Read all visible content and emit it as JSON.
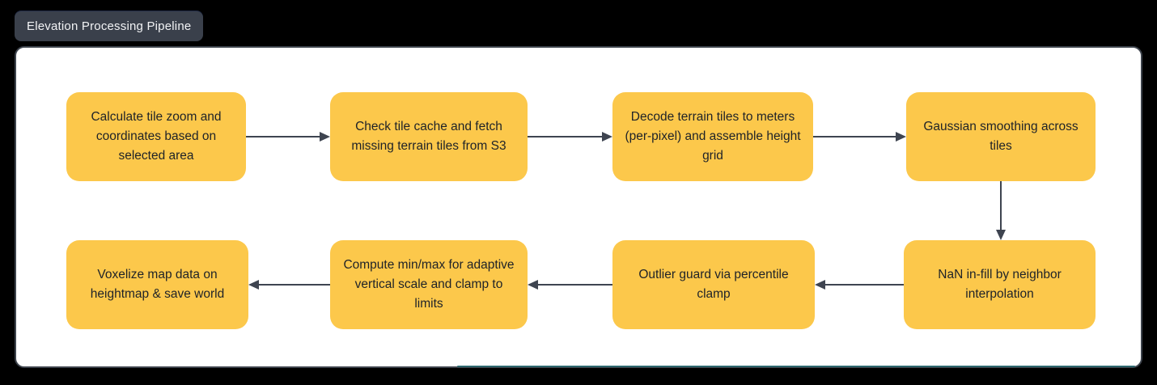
{
  "frame": {
    "title": "Elevation Processing Pipeline"
  },
  "colors": {
    "background": "#000000",
    "canvas_bg": "#ffffff",
    "canvas_border": "#3d434c",
    "node_fill": "#fcc84b",
    "node_text": "#1e2228",
    "arrow": "#3e4450",
    "badge_bg": "#3a404b",
    "badge_text": "#f2f3f5",
    "accent_teal": "#1c5f66"
  },
  "nodes": [
    {
      "id": "calc-tile-zoom",
      "label": "Calculate tile zoom and coordinates based on selected area"
    },
    {
      "id": "check-tile-cache",
      "label": "Check tile cache and fetch missing terrain tiles from S3"
    },
    {
      "id": "decode-terrain",
      "label": "Decode terrain tiles to meters (per-pixel) and assemble height grid"
    },
    {
      "id": "gaussian-smooth",
      "label": "Gaussian smoothing across tiles"
    },
    {
      "id": "voxelize-map",
      "label": "Voxelize map data on heightmap & save world"
    },
    {
      "id": "compute-minmax",
      "label": "Compute min/max for adaptive vertical scale and clamp to limits"
    },
    {
      "id": "outlier-guard",
      "label": "Outlier guard via percentile clamp"
    },
    {
      "id": "nan-infill",
      "label": "NaN in-fill by neighbor interpolation"
    }
  ],
  "edges": [
    {
      "from": "calc-tile-zoom",
      "to": "check-tile-cache",
      "direction": "right"
    },
    {
      "from": "check-tile-cache",
      "to": "decode-terrain",
      "direction": "right"
    },
    {
      "from": "decode-terrain",
      "to": "gaussian-smooth",
      "direction": "right"
    },
    {
      "from": "gaussian-smooth",
      "to": "nan-infill",
      "direction": "down"
    },
    {
      "from": "nan-infill",
      "to": "outlier-guard",
      "direction": "left"
    },
    {
      "from": "outlier-guard",
      "to": "compute-minmax",
      "direction": "left"
    },
    {
      "from": "compute-minmax",
      "to": "voxelize-map",
      "direction": "left"
    }
  ]
}
